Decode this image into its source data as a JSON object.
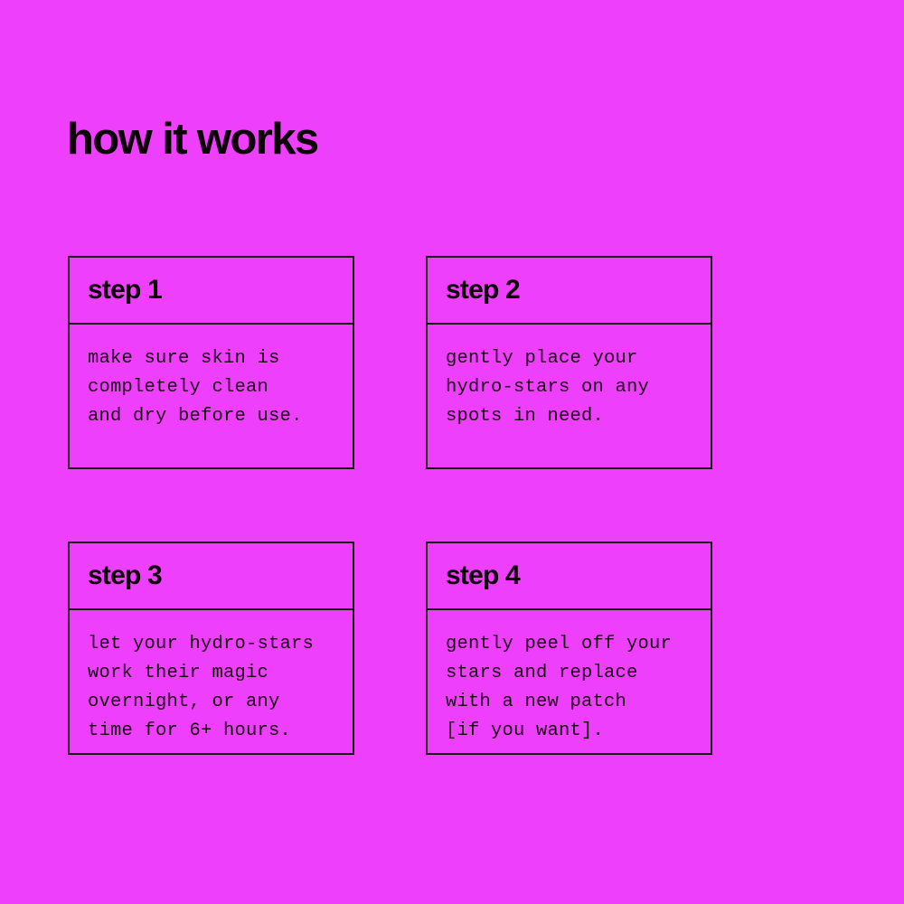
{
  "page": {
    "title": "how it works",
    "background_color": "#ee40fc",
    "ink_color": "#0d0208"
  },
  "steps": [
    {
      "label": "step 1",
      "text": "make sure skin is\ncompletely clean\nand dry before use."
    },
    {
      "label": "step 2",
      "text": "gently place your\nhydro-stars on any\nspots in need."
    },
    {
      "label": "step 3",
      "text": "let your hydro-stars\nwork their magic\novernight, or any\ntime for 6+ hours."
    },
    {
      "label": "step 4",
      "text": "gently peel off your\nstars and replace\nwith a new patch\n[if you want]."
    }
  ]
}
